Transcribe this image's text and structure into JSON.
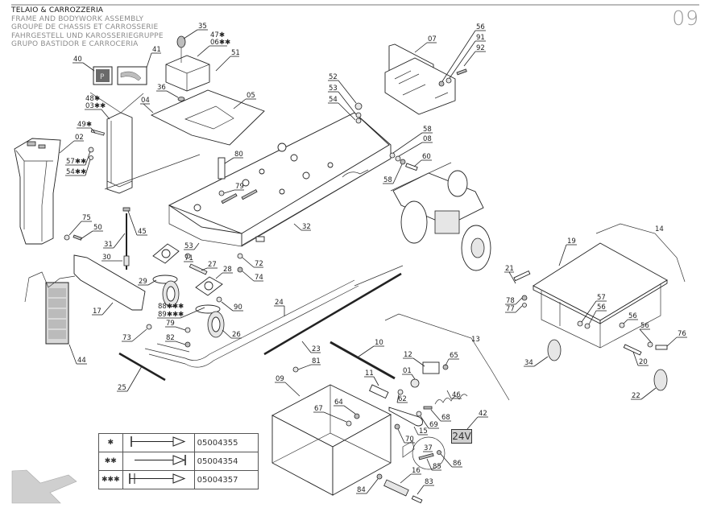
{
  "header": {
    "title_lines": [
      "TELAIO & CARROZZERIA",
      "FRAME AND BODYWORK ASSEMBLY",
      "GROUPE DE CHASSIS ET CARROSSERIE",
      "FAHRGESTELL UND KAROSSERIEGRUPPE",
      "GRUPO BASTIDOR E CARROCERIA"
    ],
    "page_number": "09"
  },
  "callouts": {
    "p35": "35",
    "p47": "47✱",
    "p06": "06✱✱",
    "p51": "51",
    "p40": "40",
    "p41": "41",
    "p36": "36",
    "p04": "04",
    "p05": "05",
    "p48": "48✱",
    "p03": "03✱✱",
    "p49": "49✱",
    "p02": "02",
    "p57a": "57✱✱",
    "p54a": "54✱✱",
    "p80": "80",
    "p79a": "79",
    "p52": "52",
    "p53a": "53",
    "p54b": "54",
    "p07": "07",
    "p56a": "56",
    "p91": "91",
    "p92": "92",
    "p58a": "58",
    "p08": "08",
    "p60": "60",
    "p58b": "58",
    "p32": "32",
    "p75": "75",
    "p50": "50",
    "p45": "45",
    "p31": "31",
    "p30": "30",
    "p53b": "53",
    "p71": "71",
    "p27": "27",
    "p28": "28",
    "p72": "72",
    "p74": "74",
    "p29": "29",
    "p88": "88✱✱✱",
    "p89": "89✱✱✱",
    "p90": "90",
    "p79b": "79",
    "p82": "82",
    "p26": "26",
    "p73": "73",
    "p17": "17",
    "p44": "44",
    "p24": "24",
    "p23": "23",
    "p81": "81",
    "p25": "25",
    "p10": "10",
    "p11": "11",
    "p12": "12",
    "p65": "65",
    "p01": "01",
    "p62": "62",
    "p46": "46",
    "p13": "13",
    "p09": "09",
    "p64": "64",
    "p67": "67",
    "p68": "68",
    "p69": "69",
    "p15": "15",
    "p70": "70",
    "p37": "37",
    "p85": "85",
    "p86": "86",
    "p42": "42",
    "p16": "16",
    "p84": "84",
    "p83": "83",
    "p14": "14",
    "p19": "19",
    "p21": "21",
    "p78": "78",
    "p77": "77",
    "p57b": "57",
    "p56b": "56",
    "p56c": "56",
    "p56d": "56",
    "p76": "76",
    "p20": "20",
    "p34": "34",
    "p22": "22"
  },
  "badge_24v": "24V",
  "legend": [
    {
      "symbol": "✱",
      "variant": "start-bar",
      "code": "05004355"
    },
    {
      "symbol": "✱✱",
      "variant": "end-bar",
      "code": "05004354"
    },
    {
      "symbol": "✱✱✱",
      "variant": "both-bar",
      "code": "05004357"
    }
  ],
  "icons": {
    "decal_40": "parking-p-icon",
    "decal_41": "curved-decal-icon",
    "nav_arrow": "previous-page-arrow"
  }
}
